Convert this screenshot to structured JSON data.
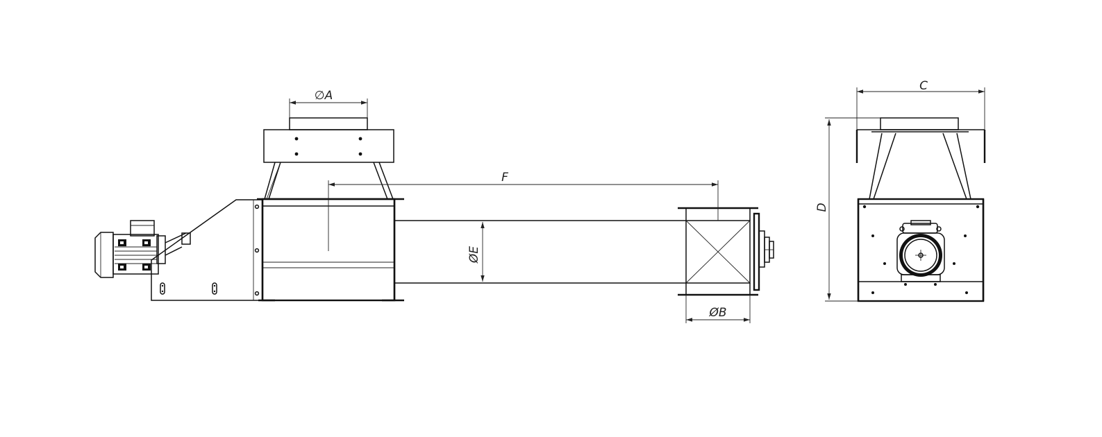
{
  "dimension_labels": {
    "a": "∅A",
    "b": "ØB",
    "c": "C",
    "d": "D",
    "e": "ØE",
    "f": "F"
  },
  "colors": {
    "line": "#111111",
    "background": "#ffffff"
  }
}
